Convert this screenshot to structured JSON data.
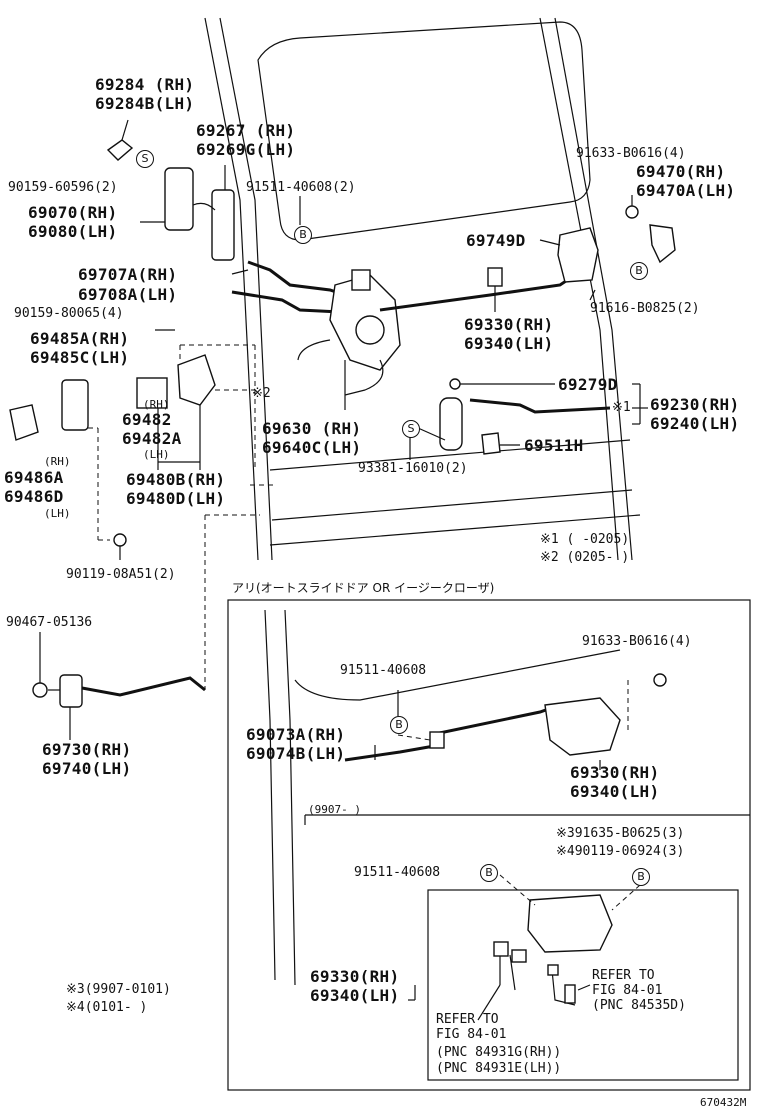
{
  "labels": {
    "p69284": "69284  (RH)",
    "p69284b": "69284B(LH)",
    "p69267": "69267  (RH)",
    "p69269g": "69269G(LH)",
    "p90159_60596": "90159-60596(2)",
    "p91511_top": "91511-40608(2)",
    "p69070": "69070(RH)",
    "p69080": "69080(LH)",
    "p91633_top": "91633-B0616(4)",
    "p69470": "69470(RH)",
    "p69470a": "69470A(LH)",
    "p69749d": "69749D",
    "p69707a": "69707A(RH)",
    "p69708a": "69708A(LH)",
    "p91616": "91616-B0825(2)",
    "p90159_80065": "90159-80065(4)",
    "p69330_top": "69330(RH)",
    "p69340_top": "69340(LH)",
    "p69485a": "69485A(RH)",
    "p69485c": "69485C(LH)",
    "p69279d": "69279D",
    "p69230": "69230(RH)",
    "p69240": "69240(LH)",
    "p69482": "69482",
    "p69482_rh": "(RH)",
    "p69482a": "69482A",
    "p69482_lh": "(LH)",
    "p69630": "69630  (RH)",
    "p69640c": "69640C(LH)",
    "p69511h": "69511H",
    "p69486_rh": "(RH)",
    "p69486a": "69486A",
    "p69486d": "69486D",
    "p69486_lh": "(LH)",
    "p69480b": "69480B(RH)",
    "p69480d": "69480D(LH)",
    "p93381": "93381-16010(2)",
    "note1": "※1 (        -0205)",
    "note2": "※2 (0205-        )",
    "p90119_08a51": "90119-08A51(2)",
    "ari": "アリ(オートスライドドア OR イージークローザ)",
    "p90467": "90467-05136",
    "p91633_box": "91633-B0616(4)",
    "p91511_box": "91511-40608",
    "p69073a": "69073A(RH)",
    "p69074b": "69074B(LH)",
    "p69330_box": "69330(RH)",
    "p69340_box": "69340(LH)",
    "p69730": "69730(RH)",
    "p69740": "69740(LH)",
    "date9907": "(9907-     )",
    "p91635": "※391635-B0625(3)",
    "p90119_06924": "※490119-06924(3)",
    "p91511_inner": "91511-40608",
    "p69330_inner": "69330(RH)",
    "p69340_inner": "69340(LH)",
    "note3": "※3(9907-0101)",
    "note4": "※4(0101-     )",
    "refer1_a": "REFER TO",
    "refer1_b": "FIG 84-01",
    "refer1_c": "(PNC 84535D)",
    "refer2_a": "REFER TO",
    "refer2_b": "FIG 84-01",
    "refer2_c": "(PNC 84931G(RH))",
    "refer2_d": "(PNC 84931E(LH))",
    "mark_s": "S",
    "mark_b": "B",
    "mark_star2": "※2",
    "mark_star1": "※1",
    "figure_id": "670432M"
  }
}
